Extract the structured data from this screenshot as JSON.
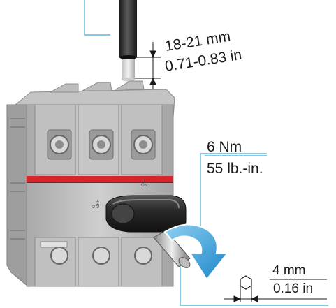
{
  "annotations": {
    "strip_length_mm": "18-21 mm",
    "strip_length_in": "0.71-0.83 in",
    "torque_nm": "6 Nm",
    "torque_lb_in": "55 lb.-in.",
    "tool_size_mm": "4 mm",
    "tool_size_in": "0.16 in"
  },
  "switch_markings": {
    "on": "I\nON",
    "off": "O\nOFF"
  },
  "colors": {
    "leader_line": "#3fa9d6",
    "arrow": "#36a3dc",
    "red_band": "#d7262b",
    "housing": "#b8b8b8",
    "handle": "#2b2b2b"
  }
}
